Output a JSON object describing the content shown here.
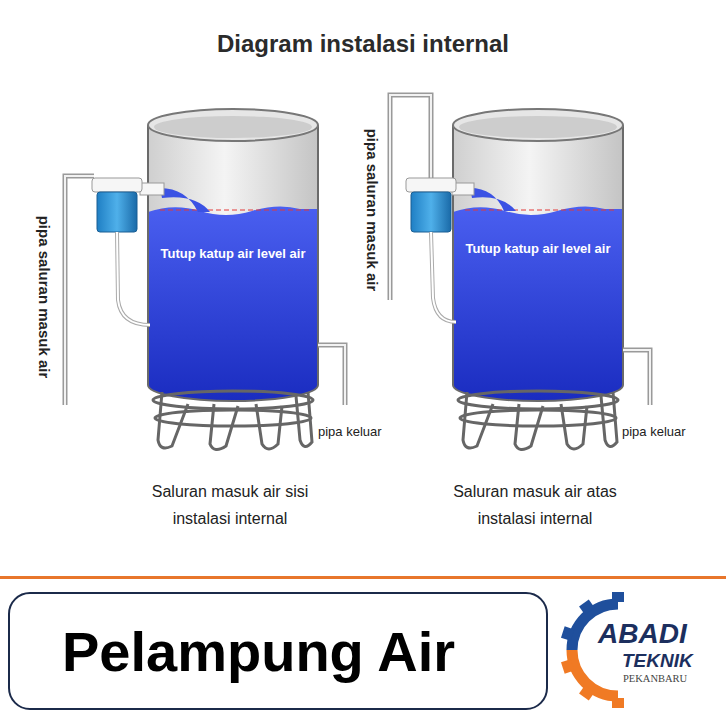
{
  "diagram": {
    "title": "Diagram instalasi internal",
    "nodes": [
      {
        "text": [
          "Tutup katup air level air"
        ]
      },
      {
        "text": [
          "Tutup katup air level air"
        ]
      },
      {
        "text": [
          "Pelampung Air"
        ]
      }
    ],
    "labels": [
      "pipa saluran masuk air",
      "pipa saluran masuk air",
      "pipa keluar",
      "pipa keluar",
      "Saluran masuk air sisi instalasi internal",
      "Saluran masuk air atas instalasi internal",
      "ABADI",
      "TEKNIK",
      "PEKANBARU"
    ]
  }
}
